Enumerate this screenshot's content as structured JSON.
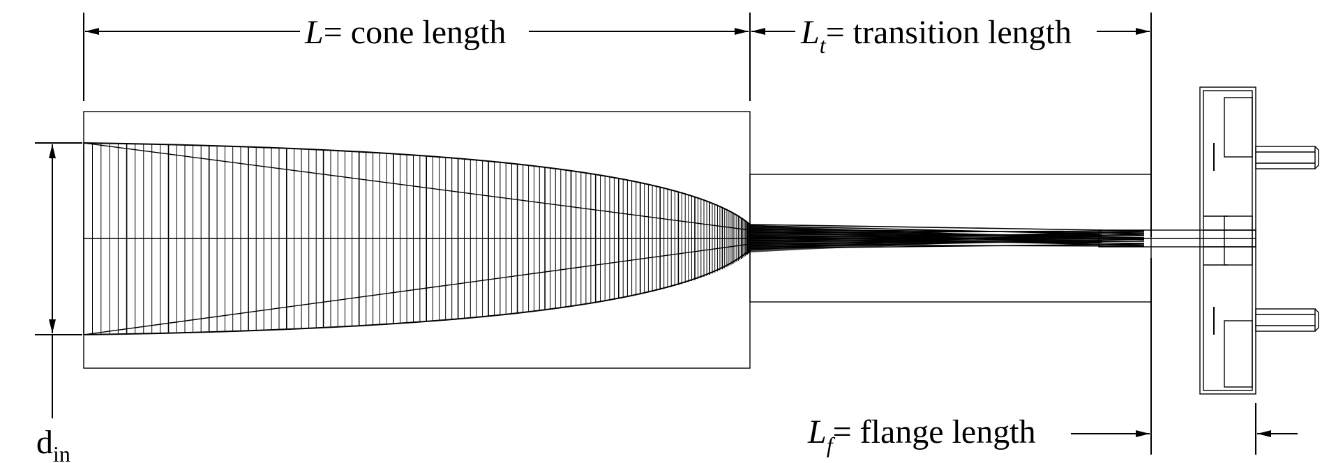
{
  "labels": {
    "cone": {
      "symbol": "L",
      "text": "= cone length"
    },
    "transition": {
      "symbol": "L",
      "subscript": "t",
      "text": "= transition length"
    },
    "flange": {
      "symbol": "L",
      "subscript": "f",
      "text": "= flange length"
    },
    "diameter": {
      "symbol": "d",
      "subscript": "in"
    }
  }
}
